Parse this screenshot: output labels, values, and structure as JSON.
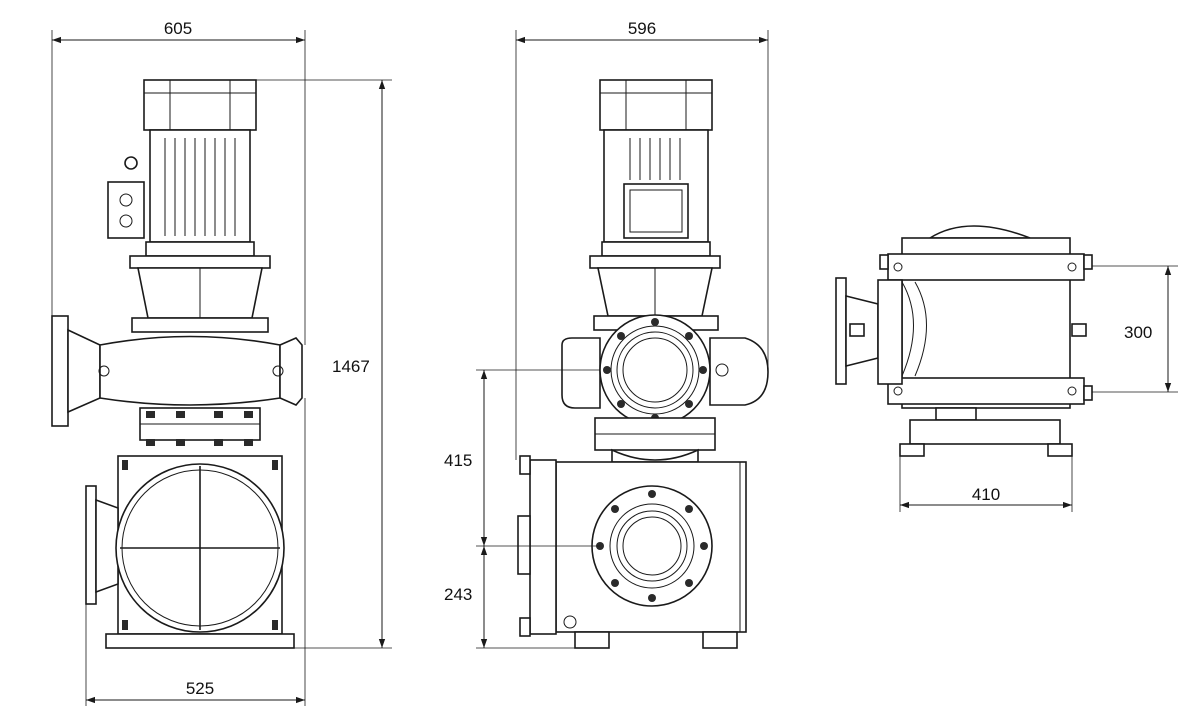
{
  "dimensions": {
    "side_width": "605",
    "side_height": "1467",
    "side_base": "525",
    "front_width": "596",
    "front_h1": "415",
    "front_h2": "243",
    "top_span": "300",
    "top_width": "410"
  },
  "colors": {
    "line": "#1a1a1a",
    "background": "#ffffff"
  }
}
